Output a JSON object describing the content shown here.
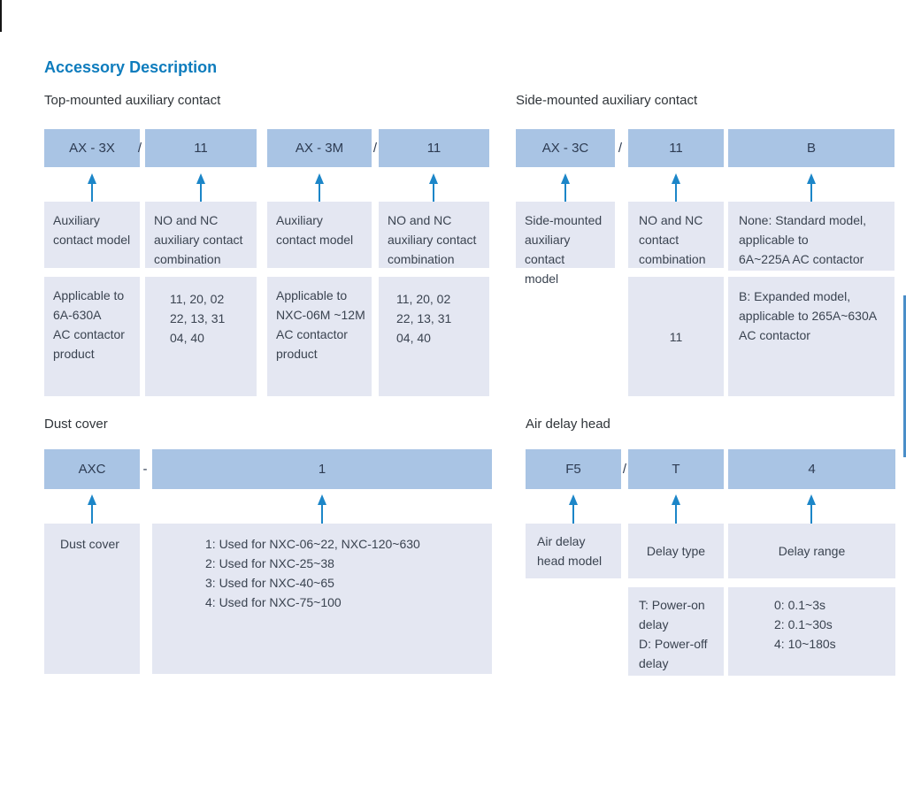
{
  "title": "Accessory Description",
  "colors": {
    "accent": "#0e7cbd",
    "code_box": "#a9c4e4",
    "desc_box": "#e4e7f2",
    "arrow": "#1c86c8",
    "scrollbar": "#4a8ec8",
    "edge_artifact": "#151515",
    "text_dark": "#2d3b52",
    "text_body": "#3a4350",
    "label": "#2f3439"
  },
  "top_mounted": {
    "label": "Top-mounted auxiliary contact",
    "codes": [
      "AX - 3X",
      "11",
      "AX - 3M",
      "11"
    ],
    "separator1": "/",
    "separator2": "/",
    "row1": [
      "Auxiliary\ncontact  model",
      "NO and NC\nauxiliary contact\ncombination",
      "Auxiliary\ncontact model",
      "NO and NC\nauxiliary contact\ncombination"
    ],
    "row2": [
      "Applicable to\n6A-630A\nAC contactor\nproduct",
      "11, 20, 02\n22, 13, 31\n04, 40",
      "Applicable to\nNXC-06M ~12M\nAC contactor\nproduct",
      "11, 20, 02\n22, 13, 31\n04, 40"
    ]
  },
  "side_mounted": {
    "label": "Side-mounted auxiliary contact",
    "codes": [
      "AX - 3C",
      "11",
      "B"
    ],
    "separator": "/",
    "row1": [
      "Side-mounted\nauxiliary contact\nmodel",
      "NO and NC\ncontact\ncombination",
      "None: Standard model,\napplicable to\n6A~225A AC contactor"
    ],
    "row2_col2": "11",
    "row2_col3": "B: Expanded model,\napplicable to 265A~630A\nAC contactor"
  },
  "dust_cover": {
    "label": "Dust cover",
    "codes": [
      "AXC",
      "1"
    ],
    "separator": "-",
    "row1": [
      "Dust cover",
      "1: Used for NXC-06~22, NXC-120~630\n2: Used for NXC-25~38\n3: Used for NXC-40~65\n4: Used for NXC-75~100"
    ]
  },
  "air_delay": {
    "label": "Air delay head",
    "codes": [
      "F5",
      "T",
      "4"
    ],
    "separator": "/",
    "row1": [
      "Air delay\nhead model",
      "Delay type",
      "Delay range"
    ],
    "row2_col2": "T: Power-on\ndelay\nD: Power-off\ndelay",
    "row2_col3": "0: 0.1~3s\n2: 0.1~30s\n4: 10~180s"
  }
}
